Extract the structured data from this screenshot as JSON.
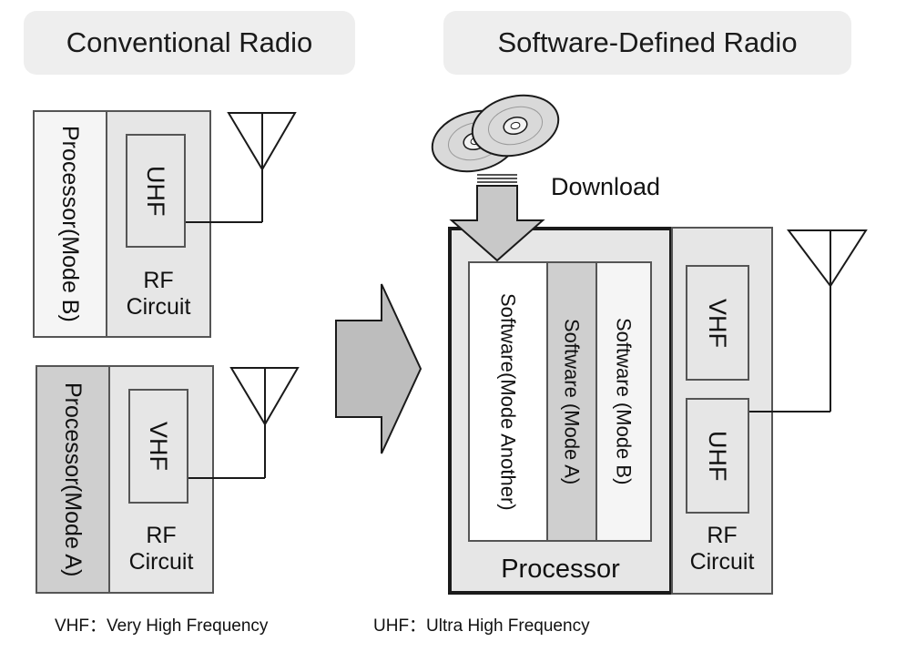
{
  "headers": {
    "conventional": "Conventional Radio",
    "sdr": "Software-Defined Radio"
  },
  "conventional": {
    "unit_b": {
      "processor": [
        "Processor",
        "(Mode B)"
      ],
      "band": "UHF",
      "rf": [
        "RF",
        "Circuit"
      ]
    },
    "unit_a": {
      "processor": [
        "Processor",
        "(Mode A)"
      ],
      "band": "VHF",
      "rf": [
        "RF",
        "Circuit"
      ]
    }
  },
  "sdr": {
    "download_label": "Download",
    "software": [
      [
        "Software",
        "(Mode Another)"
      ],
      [
        "Software (Mode A)"
      ],
      [
        "Software (Mode B)"
      ]
    ],
    "processor_label": "Processor",
    "bands": [
      "VHF",
      "UHF"
    ],
    "rf": [
      "RF",
      "Circuit"
    ]
  },
  "legend": {
    "vhf": "VHF：Very High Frequency",
    "uhf": "UHF：Ultra High Frequency"
  },
  "colors": {
    "light_fill": "#f5f5f5",
    "mid_fill": "#e6e6e6",
    "dark_fill": "#cfcfcf",
    "arrow_fill": "#bdbdbd",
    "stroke": "#555555"
  }
}
